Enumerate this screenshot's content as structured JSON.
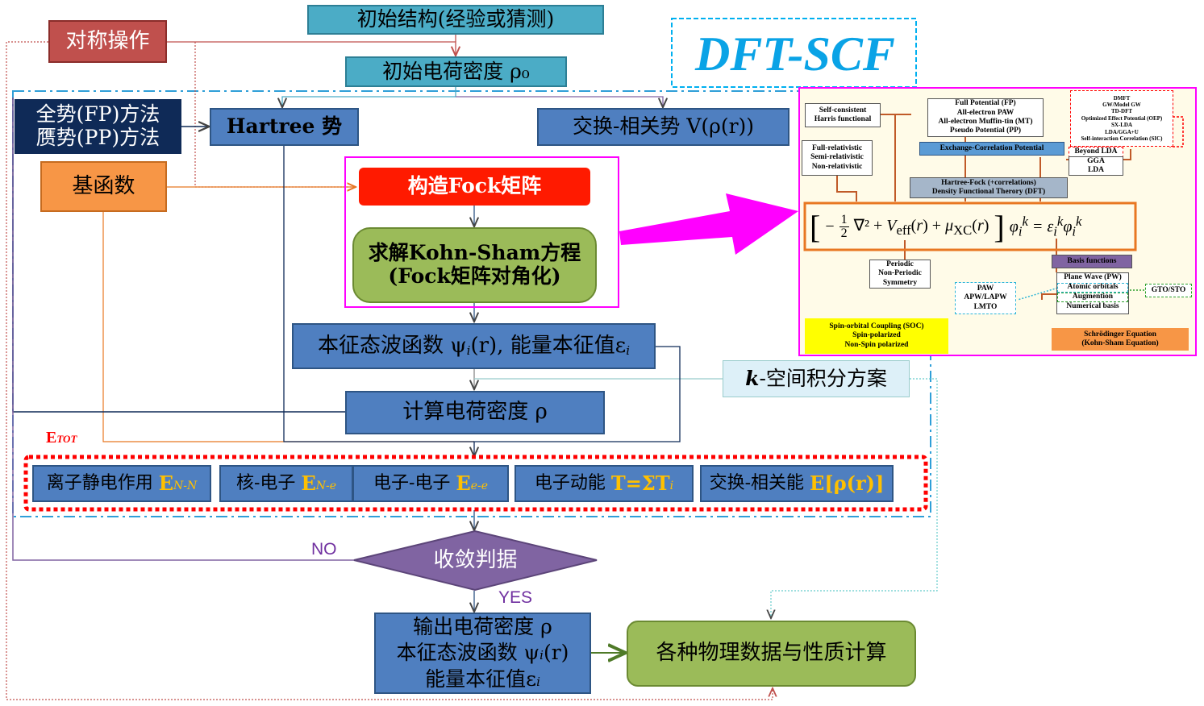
{
  "title": "DFT-SCF",
  "flow": {
    "initial_structure": "初始结构(经验或猜测)",
    "initial_density": "初始电荷密度 ρ₀",
    "symmetry": "对称操作",
    "full_potential": "全势(FP)方法",
    "pseudo_potential": "赝势(PP)方法",
    "hartree": "Hartree 势",
    "xc_potential": "交换-相关势 V(ρ(r))",
    "basis": "基函数",
    "fock": "构造Fock矩阵",
    "ks_line1": "求解Kohn-Sham方程",
    "ks_line2": "(Fock矩阵对角化)",
    "eigen_pre": "本征态波函数 ψ",
    "eigen_i": "i",
    "eigen_mid": "(r), 能量本征值ε",
    "eigen_i2": "i",
    "kspace_k": "k",
    "kspace_rest": "-空间积分方案",
    "density": "计算电荷密度 ρ",
    "etot_e": "E",
    "etot_sub": "TOT",
    "converge": "收敛判据",
    "no": "NO",
    "yes": "YES",
    "out1": "输出电荷密度 ρ",
    "out2_pre": "本征态波函数 ψ",
    "out2_i": "i",
    "out2_post": "(r)",
    "out3_pre": "能量本征值ε",
    "out3_i": "i",
    "properties": "各种物理数据与性质计算"
  },
  "energy_terms": [
    {
      "label": "离子静电作用 ",
      "sym": "E",
      "sub": "N-N"
    },
    {
      "label": "核-电子 ",
      "sym": "E",
      "sub": "N-e"
    },
    {
      "label": "电子-电子 ",
      "sym": "E",
      "sub": "e-e"
    },
    {
      "label": "电子动能 ",
      "sym": "T=ΣT",
      "sub": "i"
    },
    {
      "label": "交换-相关能 ",
      "sym": "E[ρ(r)]",
      "sub": ""
    }
  ],
  "inset": {
    "self_consistent": "Self-consistent\nHarris functional",
    "potential_types": "Full Potential (FP)\nAll-electron PAW\nAll-electron Muffin-tin (MT)\nPseudo Potential (PP)",
    "dmft": "DMFT\nGW/Model GW\nTD-DFT\nOptimized Effect Potential (OEP)\nSX-LDA\nLDA/GGA+U\nSelf-interaction Correlation (SIC)",
    "xc_label": "Exchange-Correlation Potential",
    "relativistic": "Full-relativistic\nSemi-relativistic\nNon-relativistic",
    "beyond_lda": "Beyond LDA",
    "gga_lda": "GGA\nLDA",
    "hf_dft": "Hartree-Fock (+correlations)\nDensity Functional Therory (DFT)",
    "eq_half_num": "1",
    "eq_half_den": "2",
    "periodic": "Periodic\nNon-Periodic\nSymmetry",
    "basis_label": "Basis functions",
    "pw": "Plane Wave (PW)",
    "atomic": "Atomic orbitals",
    "augmention": "Augmention",
    "numerical": "Numerical basis",
    "paw": "PAW\nAPW/LAPW\nLMTO",
    "gto": "GTO/STO",
    "soc": "Spin-orbital Coupling (SOC)\nSpin-polarized\nNon-Spin polarized",
    "schrodinger": "Schrödinger Equation\n(Kohn-Sham Equation)"
  }
}
